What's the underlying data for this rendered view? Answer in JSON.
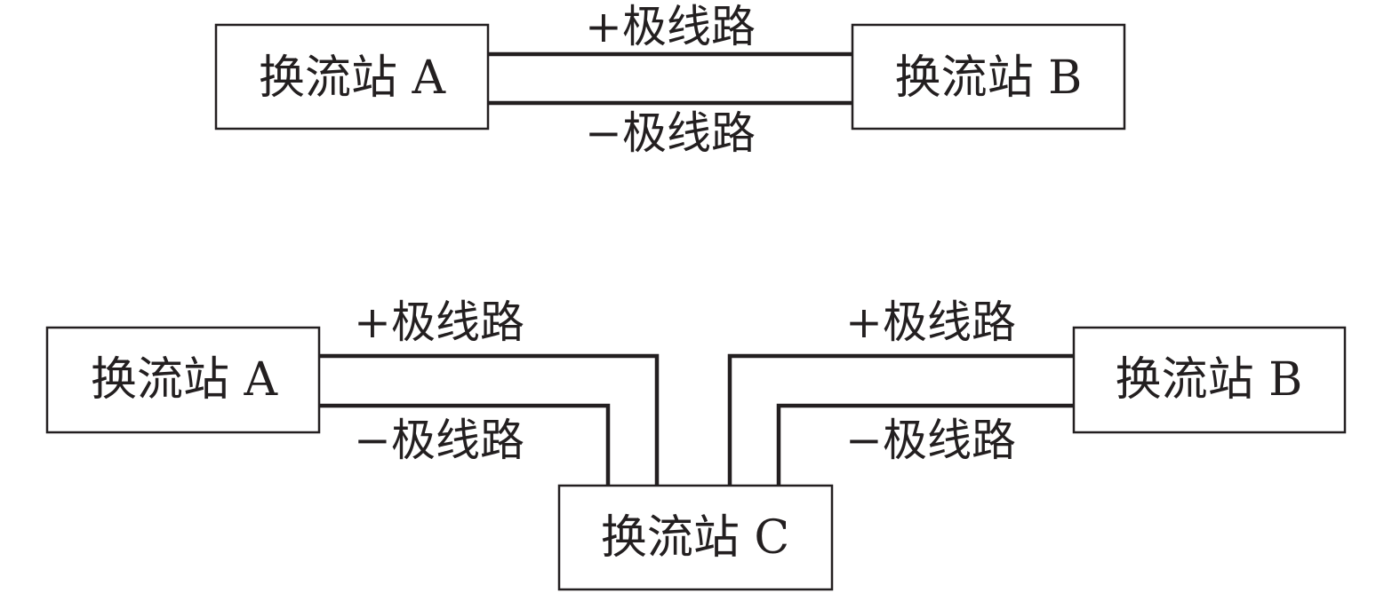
{
  "colors": {
    "stroke": "#231f20",
    "text": "#231f20",
    "background": "#ffffff"
  },
  "top_diagram": {
    "station_a": "换流站 A",
    "station_b": "换流站 B",
    "positive_line": "+极线路",
    "negative_line": "−极线路"
  },
  "bottom_diagram": {
    "station_a": "换流站 A",
    "station_b": "换流站 B",
    "station_c": "换流站 C",
    "left_positive_line": "+极线路",
    "left_negative_line": "−极线路",
    "right_positive_line": "+极线路",
    "right_negative_line": "−极线路"
  }
}
